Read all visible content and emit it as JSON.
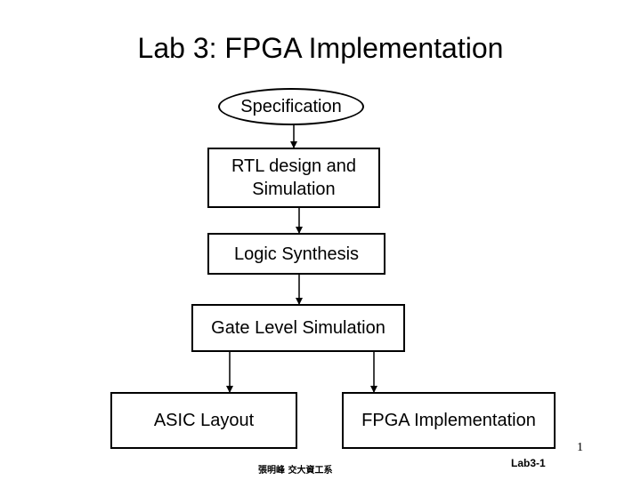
{
  "title": "Lab 3: FPGA Implementation",
  "flow": {
    "specification": "Specification",
    "rtl": [
      "RTL design and",
      "Simulation"
    ],
    "logic_synthesis": "Logic Synthesis",
    "gate_level_simulation": "Gate Level Simulation",
    "asic_layout": "ASIC Layout",
    "fpga_implementation": "FPGA Implementation"
  },
  "footer": {
    "page_number": "1",
    "left": "張明峰 交大資工系",
    "right": "Lab3-1"
  }
}
